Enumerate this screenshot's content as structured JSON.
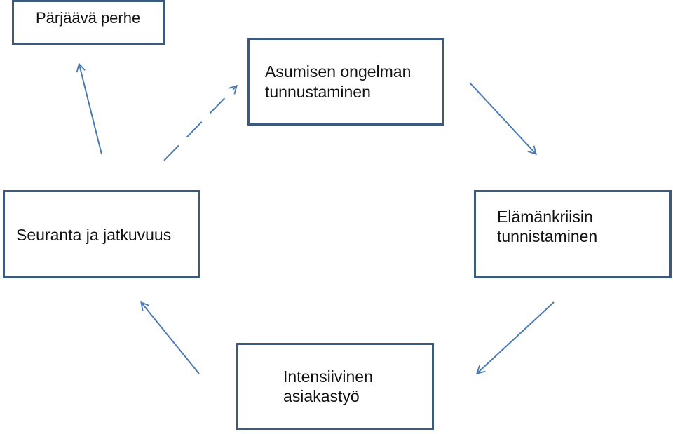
{
  "colors": {
    "box_border": "#3a5a7f",
    "arrow": "#4a7ab5"
  },
  "boxes": {
    "parjaava": {
      "line1": "Pärjäävä perhe"
    },
    "asumisen": {
      "line1": "Asumisen ongelman",
      "line2": "tunnustaminen"
    },
    "seuranta": {
      "line1": "Seuranta ja jatkuvuus"
    },
    "elamankriisi": {
      "line1": "Elämänkriisin",
      "line2": "tunnistaminen"
    },
    "intensiivinen": {
      "line1": "Intensiivinen",
      "line2": "asiakastyö"
    }
  },
  "arrows": [
    {
      "from": "asumisen",
      "to": "elamankriisi",
      "style": "solid"
    },
    {
      "from": "elamankriisi",
      "to": "intensiivinen",
      "style": "solid"
    },
    {
      "from": "intensiivinen",
      "to": "seuranta",
      "style": "solid"
    },
    {
      "from": "seuranta",
      "to": "parjaava",
      "style": "solid"
    },
    {
      "from": "seuranta",
      "to": "asumisen",
      "style": "dashed"
    }
  ]
}
